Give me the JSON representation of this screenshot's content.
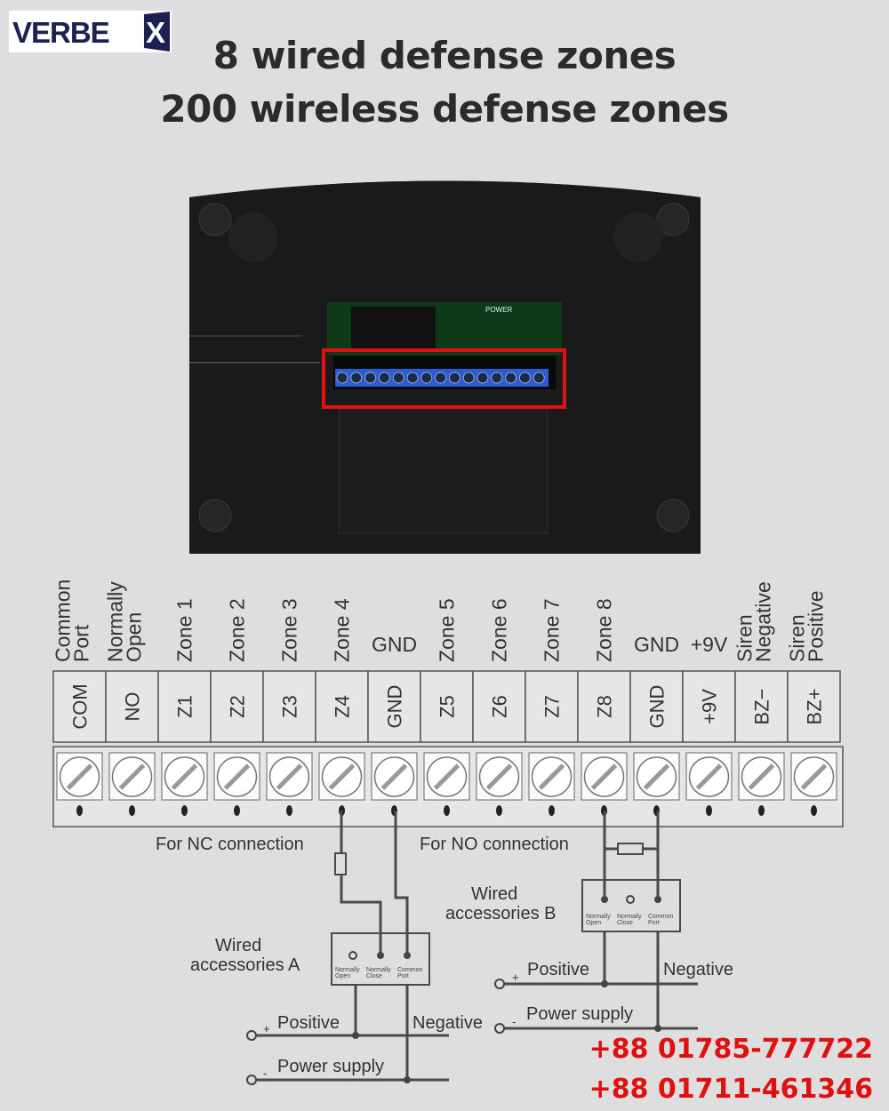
{
  "brand": {
    "logo_text": "VERBEX"
  },
  "header": {
    "line1": "8 wired defense zones",
    "line2": "200 wireless defense zones"
  },
  "device": {
    "pcb_label": "POWER"
  },
  "terminals": [
    {
      "code": "COM",
      "label": [
        "Common",
        "Port"
      ]
    },
    {
      "code": "NO",
      "label": [
        "Normally",
        "Open"
      ]
    },
    {
      "code": "Z1",
      "label": [
        "Zone 1"
      ]
    },
    {
      "code": "Z2",
      "label": [
        "Zone 2"
      ]
    },
    {
      "code": "Z3",
      "label": [
        "Zone 3"
      ]
    },
    {
      "code": "Z4",
      "label": [
        "Zone 4"
      ]
    },
    {
      "code": "GND",
      "label": [
        "GND"
      ]
    },
    {
      "code": "Z5",
      "label": [
        "Zone 5"
      ]
    },
    {
      "code": "Z6",
      "label": [
        "Zone 6"
      ]
    },
    {
      "code": "Z7",
      "label": [
        "Zone 7"
      ]
    },
    {
      "code": "Z8",
      "label": [
        "Zone 8"
      ]
    },
    {
      "code": "GND",
      "label": [
        "GND"
      ]
    },
    {
      "code": "+9V",
      "label": [
        "+9V"
      ]
    },
    {
      "code": "BZ−",
      "label": [
        "Siren",
        "Negative"
      ]
    },
    {
      "code": "BZ+",
      "label": [
        "Siren",
        "Positive"
      ]
    }
  ],
  "wiring": {
    "nc_connection": "For NC connection",
    "no_connection": "For NO connection",
    "accessory_a": [
      "Wired",
      "accessories A"
    ],
    "accessory_b": [
      "Wired",
      "accessories B"
    ],
    "contact_labels": [
      [
        "Normally",
        "Open"
      ],
      [
        "Normally",
        "Close"
      ],
      [
        "Common",
        "Port"
      ]
    ],
    "positive": "Positive",
    "negative": "Negative",
    "power_supply": "Power supply",
    "plus": "+",
    "minus": "-"
  },
  "contact": {
    "phone1": "+88 01785-777722",
    "phone2": "+88 01711-461346"
  },
  "colors": {
    "logo": "#1c2152",
    "highlight": "#e01010",
    "terminal_blue": "#2a5bd8"
  }
}
